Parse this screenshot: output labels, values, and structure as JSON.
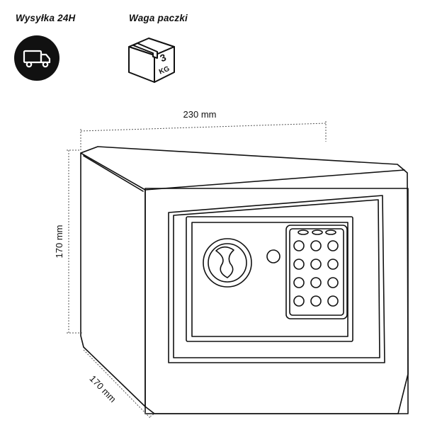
{
  "header": {
    "shipping_label": "Wysyłka 24H",
    "weight_label": "Waga paczki",
    "weight_value": "3",
    "weight_unit": "KG"
  },
  "icons": {
    "shipping": "truck-icon",
    "weight": "package-box-icon"
  },
  "dimensions": {
    "width": "230 mm",
    "height": "170 mm",
    "depth": "170 mm"
  },
  "colors": {
    "ink": "#111111",
    "background": "#ffffff"
  }
}
